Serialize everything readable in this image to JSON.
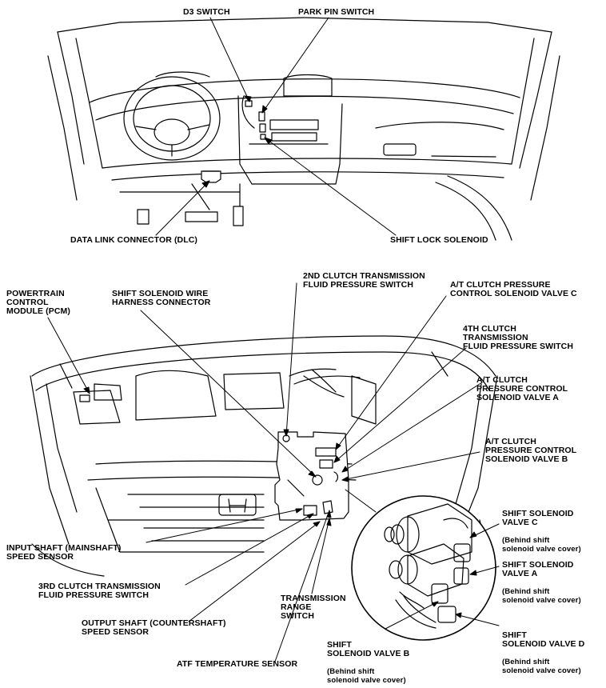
{
  "labels": {
    "d3_switch": "D3 SWITCH",
    "park_pin_switch": "PARK PIN SWITCH",
    "data_link_connector": "DATA LINK CONNECTOR (DLC)",
    "shift_lock_solenoid": "SHIFT LOCK SOLENOID",
    "pcm": "POWERTRAIN\nCONTROL\nMODULE (PCM)",
    "shift_solenoid_wire_harness": "SHIFT SOLENOID WIRE\nHARNESS CONNECTOR",
    "second_clutch_switch": "2ND CLUTCH TRANSMISSION\nFLUID PRESSURE SWITCH",
    "at_clutch_valve_c": "A/T CLUTCH PRESSURE\nCONTROL SOLENOID VALVE C",
    "fourth_clutch_switch": "4TH CLUTCH\nTRANSMISSION\nFLUID PRESSURE SWITCH",
    "at_clutch_valve_a": "A/T CLUTCH\nPRESSURE CONTROL\nSOLENOID VALVE A",
    "at_clutch_valve_b": "A/T CLUTCH\nPRESSURE CONTROL\nSOLENOID VALVE B",
    "shift_solenoid_valve_c": "SHIFT SOLENOID\nVALVE C",
    "shift_solenoid_valve_c_note": "(Behind shift\nsolenoid valve cover)",
    "shift_solenoid_valve_a": "SHIFT SOLENOID\nVALVE A",
    "shift_solenoid_valve_a_note": "(Behind shift\nsolenoid valve cover)",
    "shift_solenoid_valve_d": "SHIFT\nSOLENOID VALVE D",
    "shift_solenoid_valve_d_note": "(Behind shift\nsolenoid valve cover)",
    "input_shaft_sensor": "INPUT SHAFT (MAINSHAFT)\nSPEED SENSOR",
    "third_clutch_switch": "3RD CLUTCH TRANSMISSION\nFLUID PRESSURE SWITCH",
    "output_shaft_sensor": "OUTPUT SHAFT (COUNTERSHAFT)\nSPEED SENSOR",
    "transmission_range_switch": "TRANSMISSION\nRANGE\nSWITCH",
    "shift_solenoid_valve_b": "SHIFT\nSOLENOID VALVE B",
    "shift_solenoid_valve_b_note": "(Behind shift\nsolenoid valve cover)",
    "atf_temp_sensor": "ATF TEMPERATURE SENSOR"
  }
}
